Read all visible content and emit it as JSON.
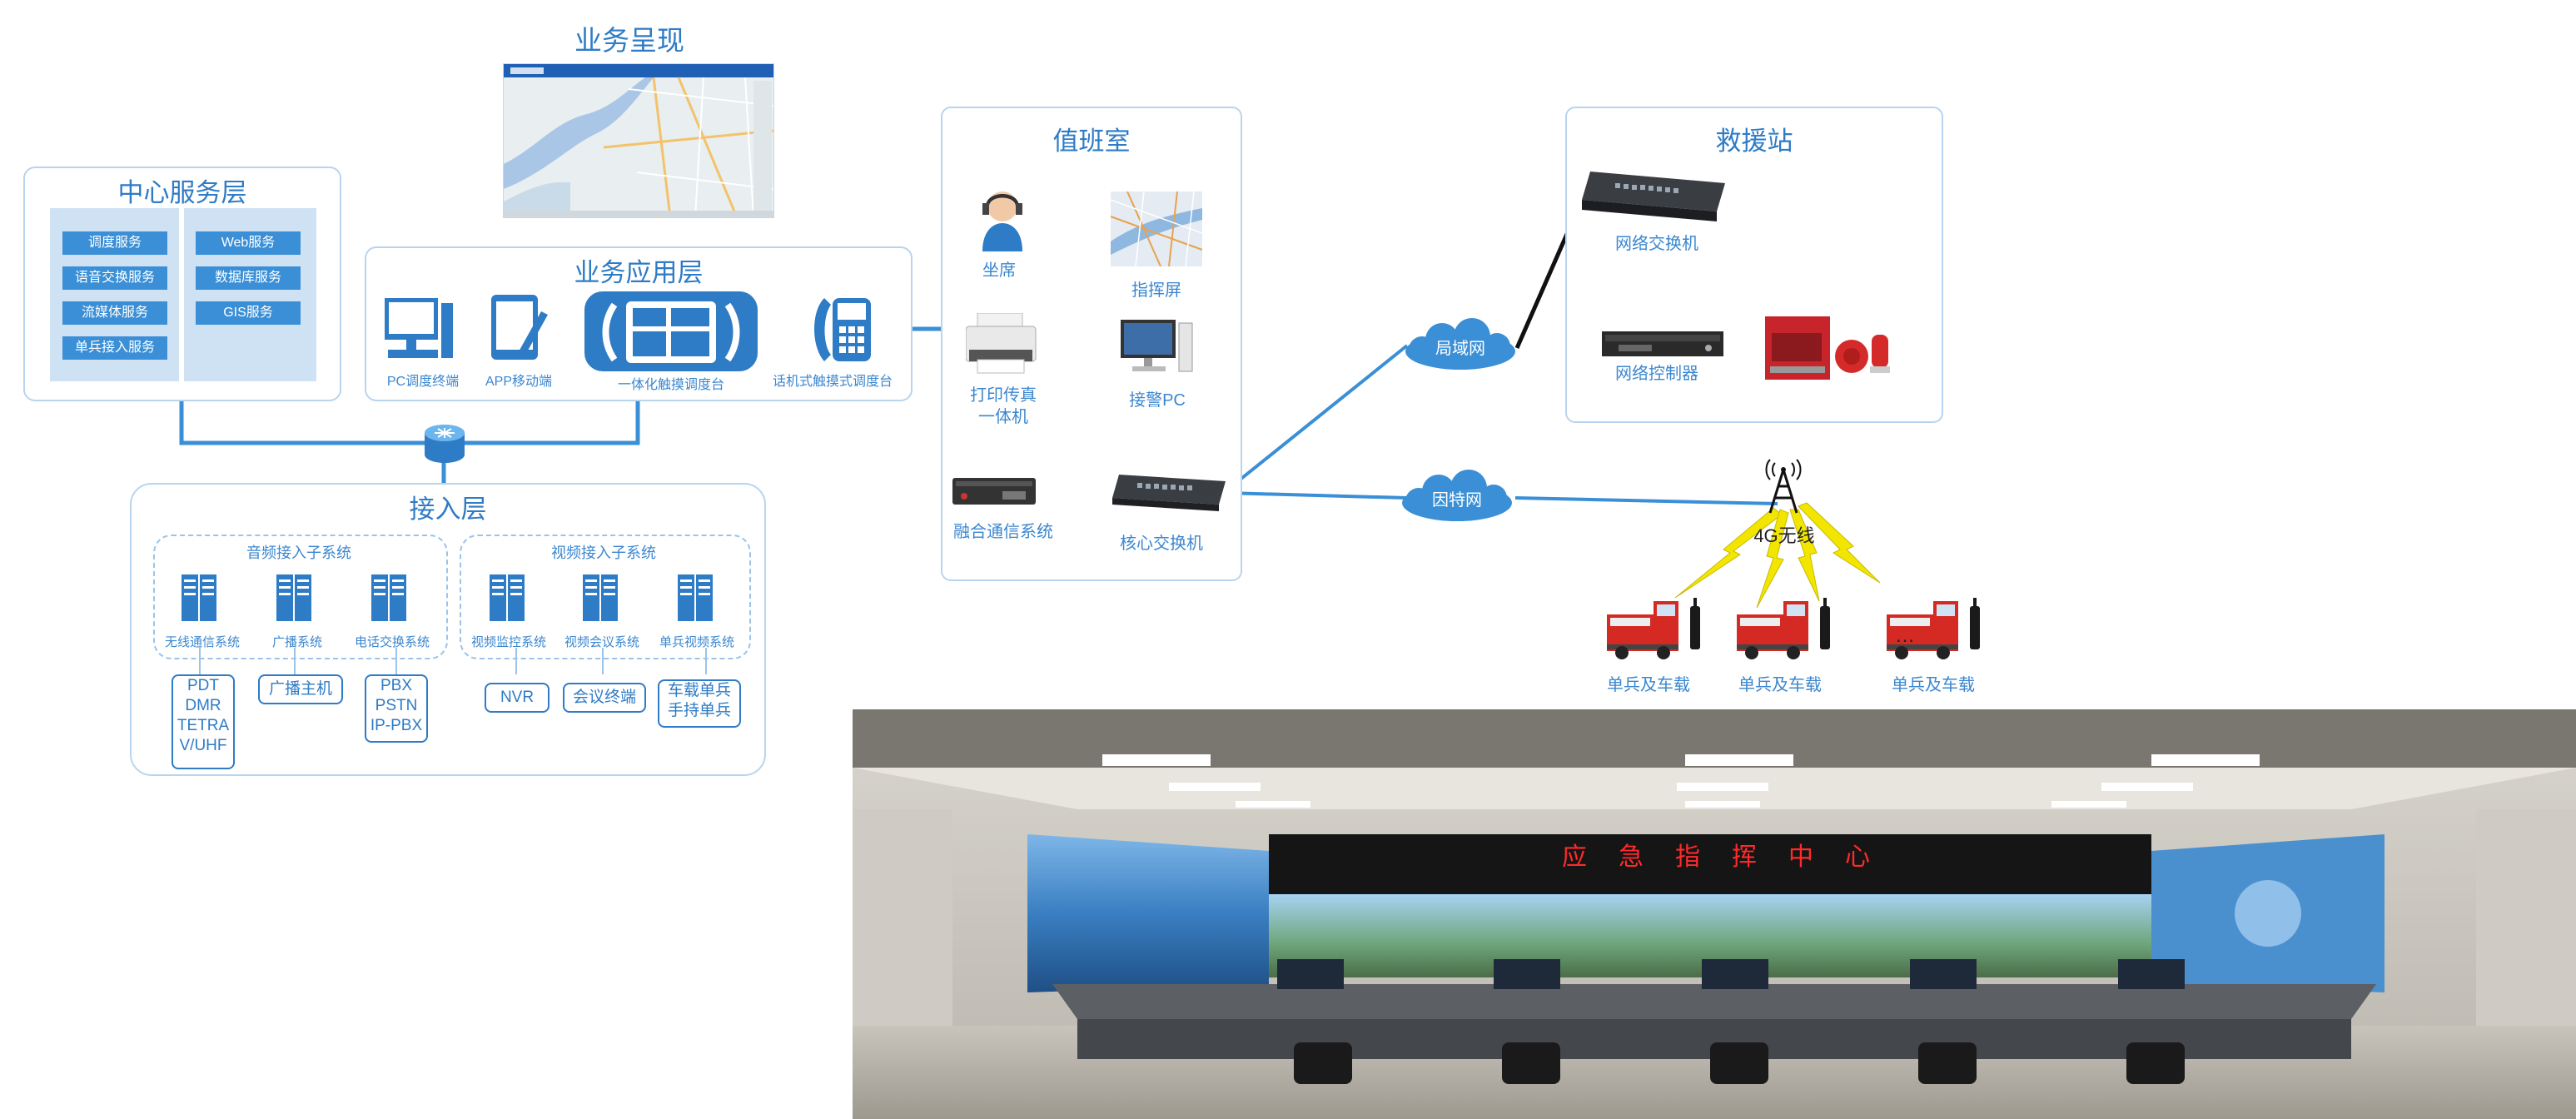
{
  "presentation": {
    "title": "业务呈现"
  },
  "center_service": {
    "title": "中心服务层",
    "left": [
      "调度服务",
      "语音交换服务",
      "流媒体服务",
      "单兵接入服务"
    ],
    "right": [
      "Web服务",
      "数据库服务",
      "GIS服务"
    ]
  },
  "app_layer": {
    "title": "业务应用层",
    "terminals": [
      "PC调度终端",
      "APP移动端",
      "一体化触摸调度台",
      "话机式触摸式调度台"
    ]
  },
  "access_layer": {
    "title": "接入层",
    "audio": {
      "title": "音频接入子系统",
      "systems": [
        "无线通信系统",
        "广播系统",
        "电话交换系统"
      ],
      "devices": [
        [
          "PDT",
          "DMR",
          "TETRA",
          "V/UHF"
        ],
        [
          "广播主机"
        ],
        [
          "PBX",
          "PSTN",
          "IP-PBX"
        ]
      ]
    },
    "video": {
      "title": "视频接入子系统",
      "systems": [
        "视频监控系统",
        "视频会议系统",
        "单兵视频系统"
      ],
      "devices": [
        [
          "NVR"
        ],
        [
          "会议终端"
        ],
        [
          "车载单兵",
          "手持单兵"
        ]
      ]
    }
  },
  "duty_room": {
    "title": "值班室",
    "items": {
      "seat": "坐席",
      "screen": "指挥屏",
      "printer_1": "打印传真",
      "printer_2": "一体机",
      "pc": "接警PC",
      "fusion": "融合通信系统",
      "core_switch": "核心交换机"
    }
  },
  "networks": {
    "lan": "局域网",
    "intranet": "因特网",
    "wireless": "4G无线"
  },
  "rescue_station": {
    "title": "救援站",
    "items": {
      "switch": "网络交换机",
      "controller": "网络控制器"
    }
  },
  "vehicles": {
    "label": "单兵及车载",
    "ellipsis": "…"
  },
  "control_room": {
    "sign": "应急指挥中心"
  }
}
